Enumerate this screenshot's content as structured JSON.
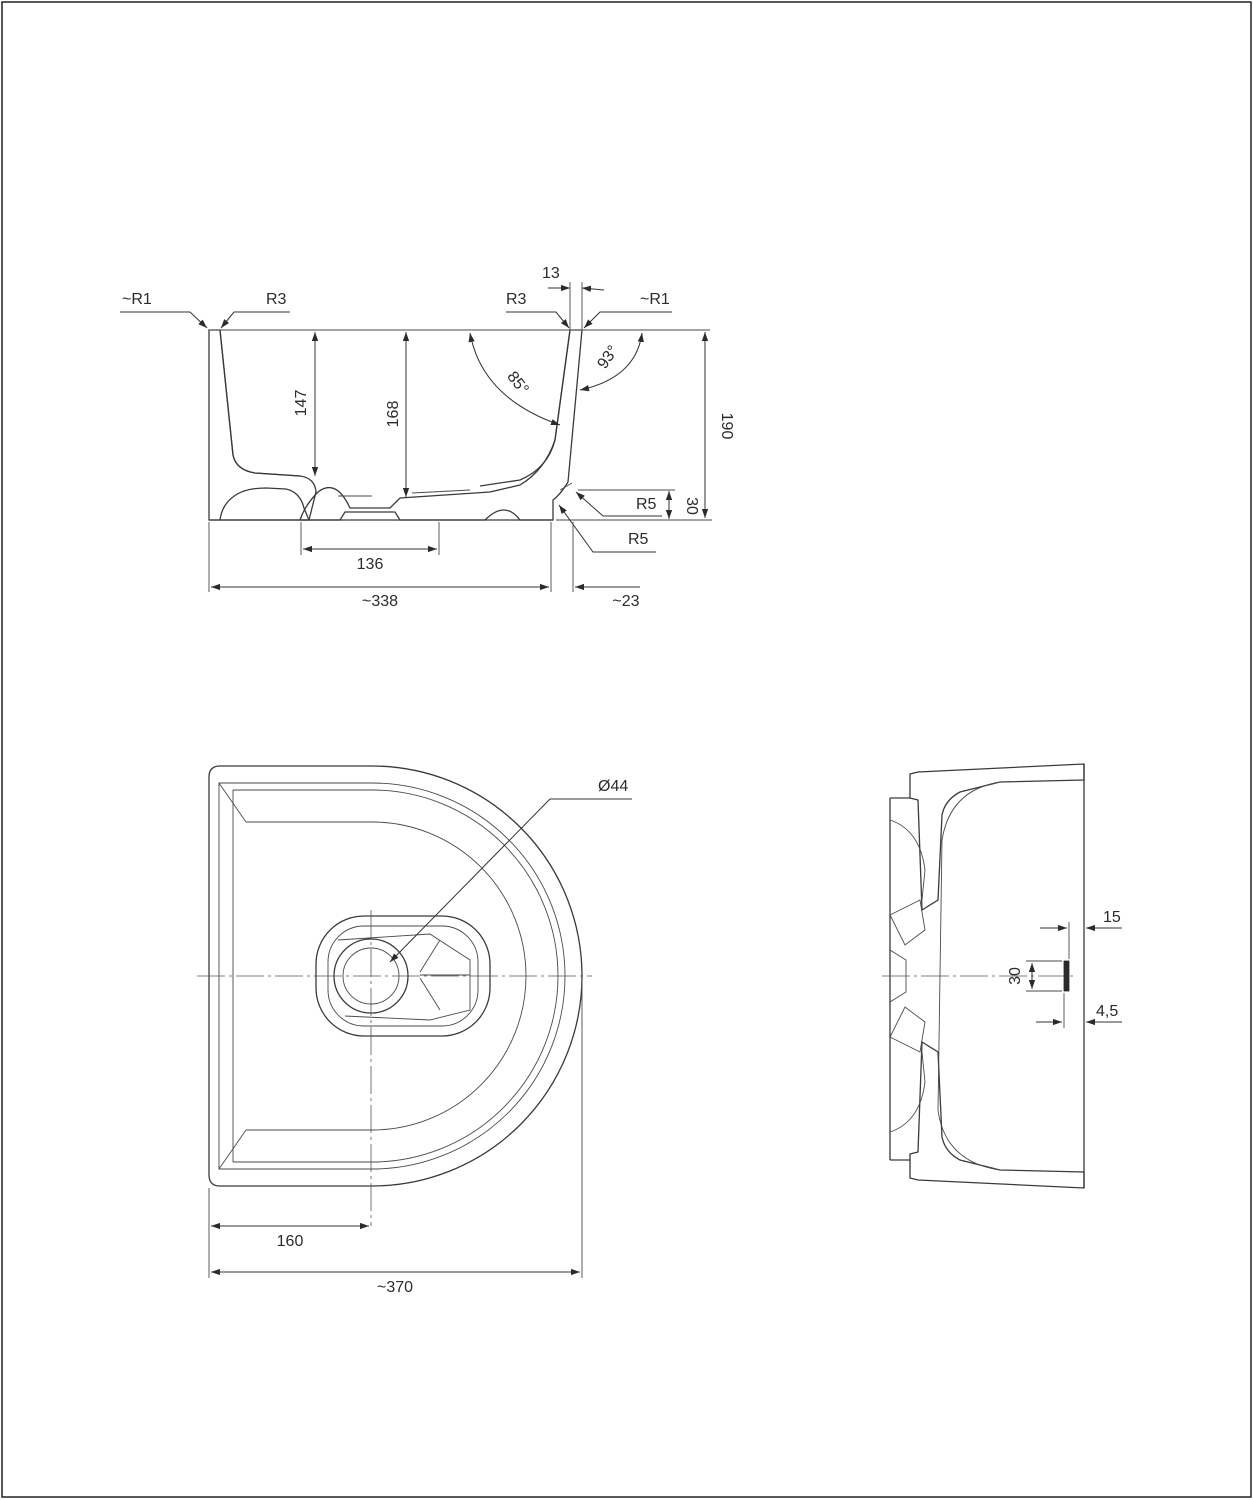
{
  "section_view": {
    "labels": {
      "r1_left": "~R1",
      "r3_left": "R3",
      "r3_right": "R3",
      "r1_right": "~R1",
      "wall_top": "13",
      "h147": "147",
      "h168": "168",
      "angle85": "85°",
      "angle93": "93°",
      "h190": "190",
      "r5_upper": "R5",
      "r5_lower": "R5",
      "h30": "30",
      "w136": "136",
      "w338": "~338",
      "w23": "~23"
    }
  },
  "plan_view": {
    "labels": {
      "drain_diameter": "Ø44",
      "w160": "160",
      "w370": "~370"
    }
  },
  "side_view": {
    "labels": {
      "d15": "15",
      "h30": "30",
      "d45": "4,5"
    }
  }
}
